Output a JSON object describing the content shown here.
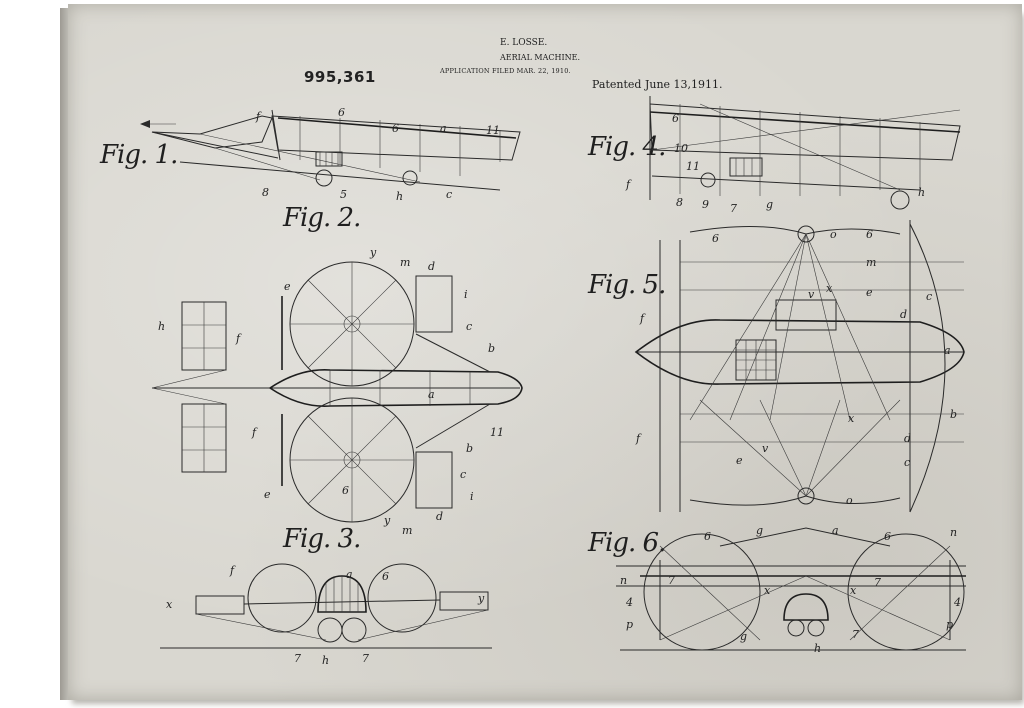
{
  "patent": {
    "number": "995,361",
    "inventor": "E. LOSSE.",
    "title": "AERIAL MACHINE.",
    "filed": "APPLICATION FILED MAR. 22, 1910.",
    "patented": "Patented June 13,1911."
  },
  "figures": {
    "fig1": "Fig. 1.",
    "fig2": "Fig. 2.",
    "fig3": "Fig. 3.",
    "fig4": "Fig. 4.",
    "fig5": "Fig. 5.",
    "fig6": "Fig. 6."
  },
  "colors": {
    "paper": "#d9d7d0",
    "ink": "#2a2a2a"
  }
}
